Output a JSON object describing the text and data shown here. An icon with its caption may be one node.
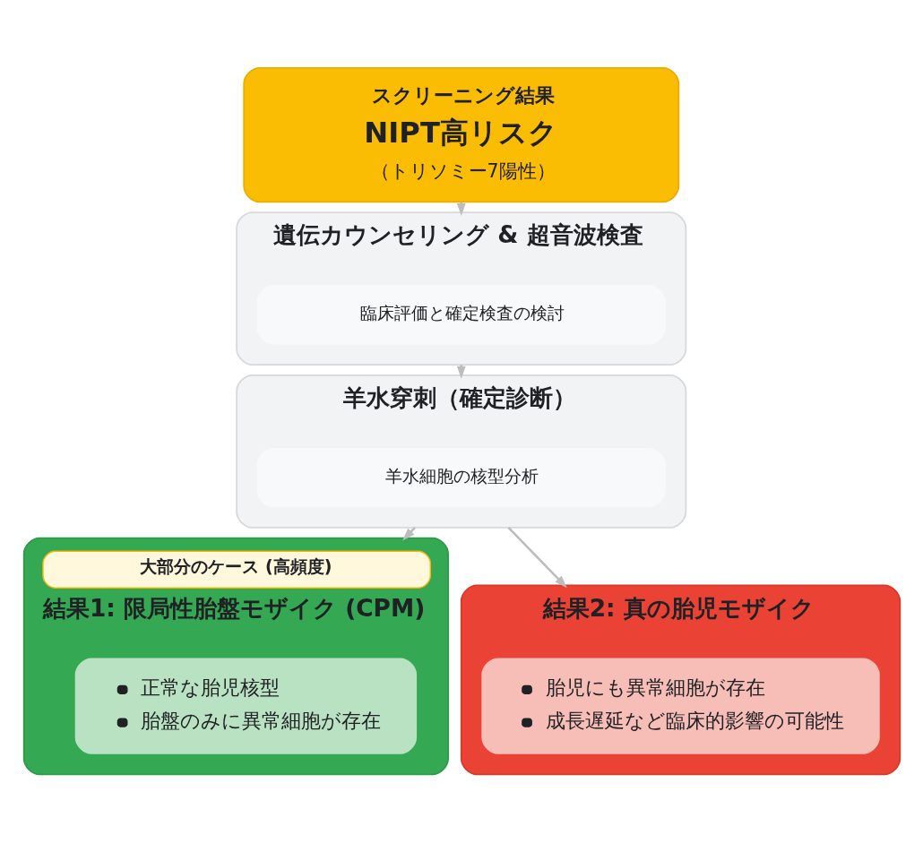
{
  "diagram": {
    "nodes": [
      {
        "text": [
          "スクリーニング結果",
          "NIPT高リスク",
          "（トリソミー7陽性）"
        ]
      },
      {
        "text": [
          "遺伝カウンセリング & 超音波検査"
        ]
      },
      {
        "text": [
          "臨床評価と確定検査の検討"
        ],
        "in": 1
      },
      {
        "text": [
          "羊水穿刺（確定診断）"
        ]
      },
      {
        "text": [
          "羊水細胞の核型分析"
        ],
        "in": 3
      },
      {
        "text": [
          "結果1: 限局性胎盤モザイク (CPM)"
        ],
        "beside": [
          "大部分のケース (高頻度)"
        ]
      },
      {
        "text": [
          "正常な胎児核型",
          "胎盤のみに異常細胞が存在"
        ],
        "in": 5
      },
      {
        "text": [
          "結果2: 真の胎児モザイク"
        ]
      },
      {
        "text": [
          "胎児にも異常細胞が存在",
          "成長遅延など臨床的影響の可能性"
        ],
        "in": 7
      }
    ],
    "edges": [
      {
        "from": 0,
        "to": 1,
        "arrow": "to"
      },
      {
        "from": 1,
        "to": 3,
        "arrow": "to"
      },
      {
        "from": 3,
        "to": 5,
        "arrow": "to"
      },
      {
        "from": 3,
        "to": 7,
        "arrow": "to"
      }
    ]
  }
}
